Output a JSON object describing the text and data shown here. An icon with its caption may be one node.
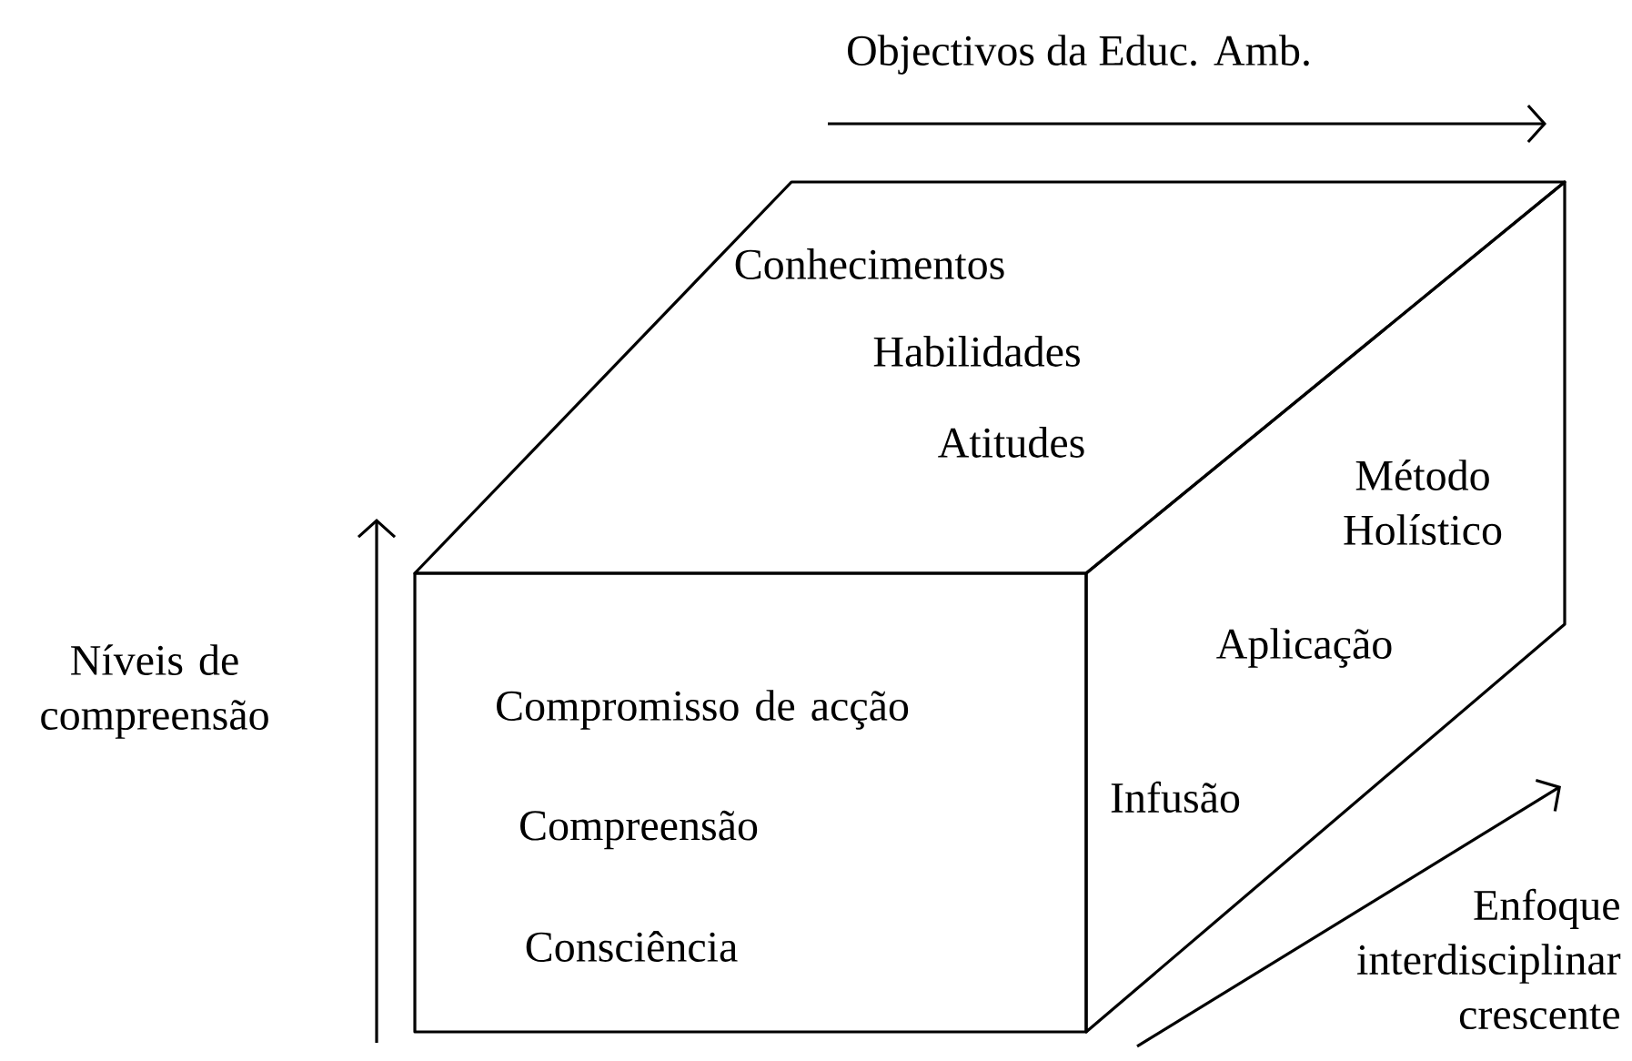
{
  "diagram": {
    "nodes": [
      {
        "text": [
          "Conhecimentos",
          "Habilidades",
          "Atitudes"
        ]
      },
      {
        "text": [
          "Método Holístico",
          "Aplicação",
          "Infusão"
        ]
      },
      {
        "text": [
          "Compromisso de acção",
          "Compreensão",
          "Consciência"
        ]
      }
    ],
    "labels": [
      "Objectivos da Educ. Amb.",
      "Níveis de compreensão",
      "Enfoque interdisciplinar crescente"
    ]
  }
}
